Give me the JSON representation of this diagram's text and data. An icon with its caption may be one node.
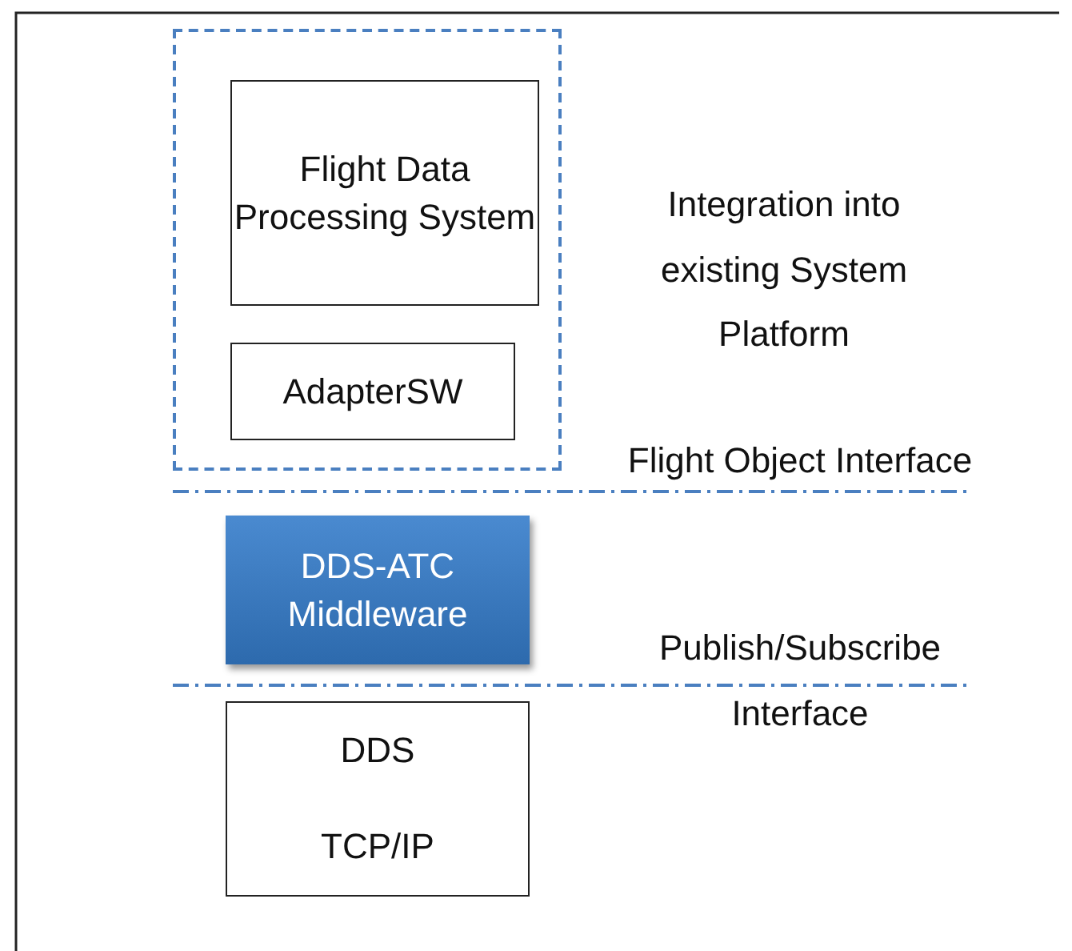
{
  "diagram": {
    "nodes": [
      {
        "text": [],
        "shape": "box"
      },
      {
        "text": [
          "Flight Data Processing System"
        ],
        "in": 0
      },
      {
        "text": [
          "AdapterSW"
        ],
        "in": 0
      },
      {
        "text": [
          "DDS-ATC Middleware"
        ]
      },
      {
        "text": [
          "DDS"
        ]
      },
      {
        "text": [
          "TCP/IP"
        ]
      }
    ],
    "labels": [
      "Integration into existing System Platform",
      "Flight Object Interface",
      "Publish/Subscribe Interface"
    ]
  }
}
